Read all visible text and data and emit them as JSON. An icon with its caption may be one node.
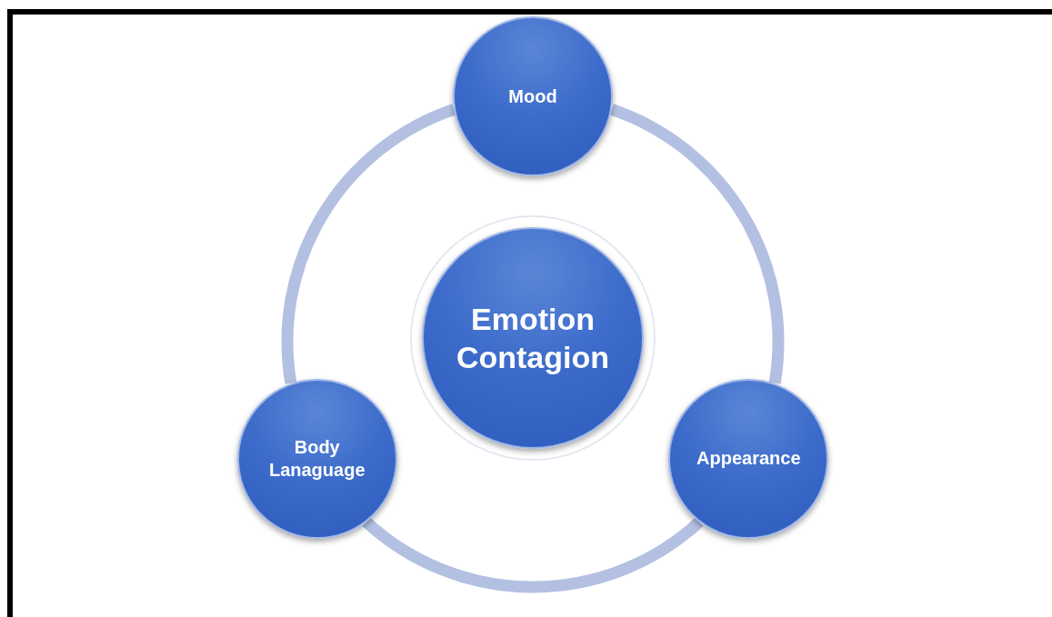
{
  "diagram": {
    "nodes": [
      {
        "text": [
          "Mood"
        ]
      },
      {
        "text": [
          "Emotion Contagion"
        ]
      },
      {
        "text": [
          "Body Lanaguage"
        ]
      },
      {
        "text": [
          "Appearance"
        ]
      }
    ],
    "edges": [
      {
        "from": 0,
        "to": 3,
        "arrow": "none"
      },
      {
        "from": 3,
        "to": 2,
        "arrow": "none"
      },
      {
        "from": 2,
        "to": 0,
        "arrow": "none"
      }
    ]
  }
}
